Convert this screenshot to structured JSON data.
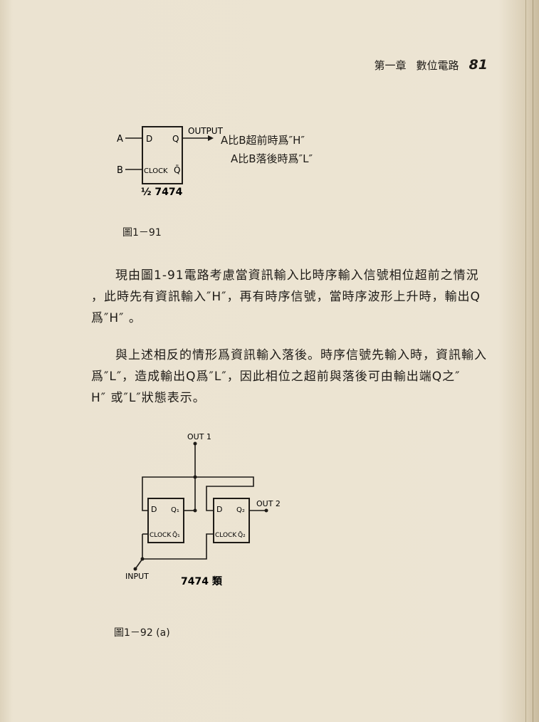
{
  "header": {
    "chapter": "第一章",
    "chapter_title": "數位電路",
    "page_number": "81"
  },
  "figure_91": {
    "input_a": "A",
    "input_b": "B",
    "pin_d": "D",
    "pin_q": "Q",
    "pin_clock": "CLOCK",
    "pin_qbar": "Q̄",
    "output_label": "OUTPUT",
    "chip_label": "½ 7474",
    "note_line1": "A比B超前時爲″H″",
    "note_line2": "A比B落後時爲″L″",
    "caption": "圖1－91"
  },
  "paragraph1": {
    "line1": "現由圖1-91電路考慮當資訊輸入比時序輸入信號相位超前之情況",
    "line2": "，此時先有資訊輸入″H″，再有時序信號，當時序波形上升時，輸出Q",
    "line3": "爲″H″ 。"
  },
  "paragraph2": {
    "line1": "與上述相反的情形爲資訊輸入落後。時序信號先輸入時，資訊輸入",
    "line2": "爲″L″，造成輸出Q爲″L″，因此相位之超前與落後可由輸出端Q之″",
    "line3": "H″ 或″L″狀態表示。"
  },
  "figure_92": {
    "out1": "OUT 1",
    "out2": "OUT 2",
    "ff1_d": "D",
    "ff1_q": "Q₁",
    "ff1_clock": "CLOCK",
    "ff1_qbar": "Q̄₁",
    "ff2_d": "D",
    "ff2_q": "Q₂",
    "ff2_clock": "CLOCK",
    "ff2_qbar": "Q̄₂",
    "input_label": "INPUT",
    "chip_label": "7474 類",
    "caption": "圖1－92 (a)"
  },
  "colors": {
    "paper": "#ece4d3",
    "ink": "#1e1b17"
  }
}
